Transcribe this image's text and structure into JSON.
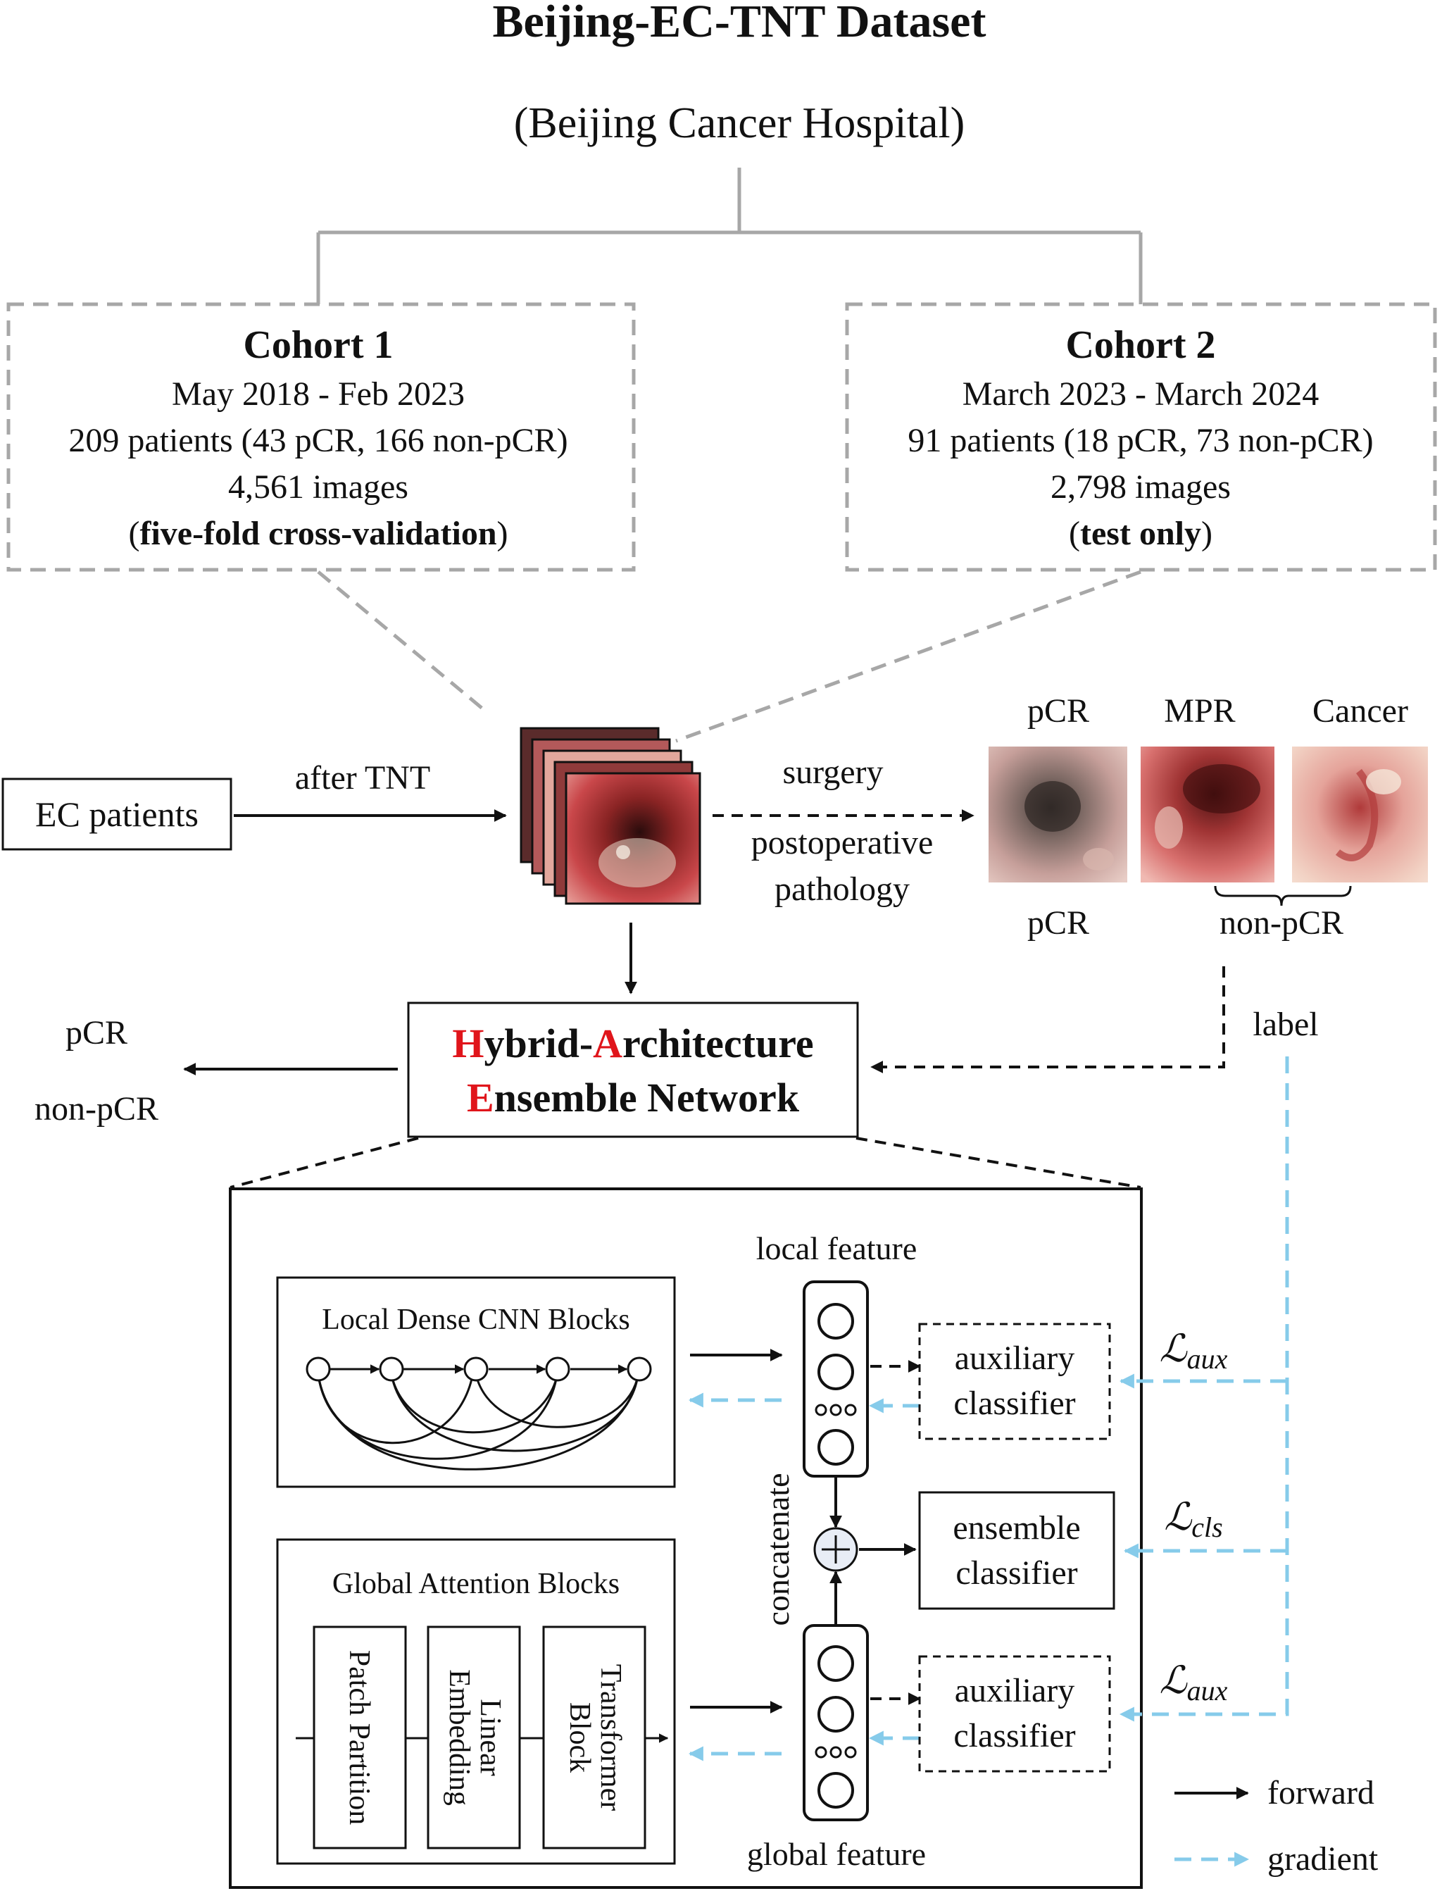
{
  "title": "Beijing-EC-TNT Dataset",
  "subtitle": "(Beijing Cancer Hospital)",
  "cohort1": {
    "name": "Cohort 1",
    "dates": "May 2018 - Feb 2023",
    "patients": "209 patients (43 pCR, 166 non-pCR)",
    "images": "4,561 images",
    "usage_open": "(",
    "usage": "five-fold cross-validation",
    "usage_close": ")"
  },
  "cohort2": {
    "name": "Cohort 2",
    "dates": "March 2023 - March 2024",
    "patients": "91 patients (18 pCR, 73 non-pCR)",
    "images": "2,798 images",
    "usage_open": "(",
    "usage": "test only",
    "usage_close": ")"
  },
  "flow": {
    "ec_patients": "EC patients",
    "after_tnt": "after TNT",
    "surgery": "surgery",
    "postop_1": "postoperative",
    "postop_2": "pathology",
    "label": "label"
  },
  "examples": {
    "headers": [
      "pCR",
      "MPR",
      "Cancer"
    ],
    "group_pcr": "pCR",
    "group_nonpcr": "non-pCR"
  },
  "outputs": {
    "pcr": "pCR",
    "nonpcr": "non-pCR"
  },
  "network": {
    "line1_initial": "H",
    "line1_mid": "ybrid-",
    "line1_initial2": "A",
    "line1_rest": "rchitecture",
    "line2_initial": "E",
    "line2_rest": "nsemble Network",
    "accent_color": "#e0151b"
  },
  "detail": {
    "local_block": "Local Dense CNN Blocks",
    "global_block": "Global Attention Blocks",
    "patch_partition": "Patch Partition",
    "linear_embedding_1": "Linear",
    "linear_embedding_2": "Embedding",
    "transformer_1": "Transformer",
    "transformer_2": "Block",
    "local_feature": "local feature",
    "global_feature": "global feature",
    "concatenate": "concatenate",
    "aux_1": "auxiliary",
    "aux_2": "classifier",
    "ens_1": "ensemble",
    "ens_2": "classifier",
    "loss_aux_sym": "ℒ",
    "loss_aux_sub": "aux",
    "loss_cls_sub": "cls"
  },
  "legend": {
    "forward": "forward",
    "gradient": "gradient",
    "gradient_color": "#86cbea"
  }
}
